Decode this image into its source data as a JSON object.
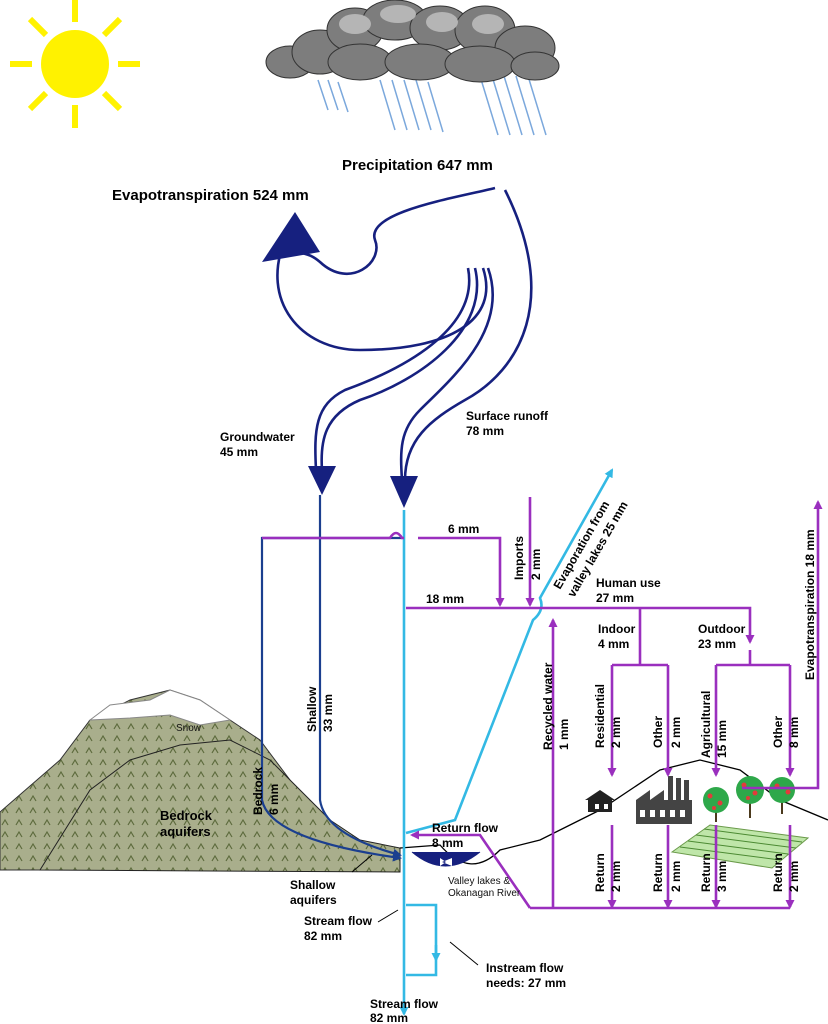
{
  "labels": {
    "precipitation": "Precipitation 647 mm",
    "evapotranspiration": "Evapotranspiration 524 mm",
    "groundwater_1": "Groundwater",
    "groundwater_2": "45 mm",
    "surface_runoff_1": "Surface runoff",
    "surface_runoff_2": "78 mm",
    "six_mm": "6 mm",
    "imports_1": "Imports",
    "imports_2": "2 mm",
    "evap_lakes_1": "Evaporation from",
    "evap_lakes_2": "valley lakes 25 mm",
    "human_use_1": "Human use",
    "human_use_2": "27 mm",
    "eighteen_mm": "18 mm",
    "indoor_1": "Indoor",
    "indoor_2": "4 mm",
    "outdoor_1": "Outdoor",
    "outdoor_2": "23 mm",
    "evapotranspiration_18": "Evapotranspiration 18 mm",
    "recycled_1": "Recycled water",
    "recycled_2": "1 mm",
    "residential_1": "Residential",
    "residential_2": "2 mm",
    "other_indoor_1": "Other",
    "other_indoor_2": "2 mm",
    "agricultural_1": "Agricultural",
    "agricultural_2": "15 mm",
    "other_outdoor_1": "Other",
    "other_outdoor_2": "8 mm",
    "snow": "Snow",
    "bedrock_1": "Bedrock",
    "bedrock_2": "6 mm",
    "shallow_1": "Shallow",
    "shallow_2": "33 mm",
    "bedrock_aquifers_1": "Bedrock",
    "bedrock_aquifers_2": "aquifers",
    "shallow_aquifers_1": "Shallow",
    "shallow_aquifers_2": "aquifers",
    "return_flow_1": "Return flow",
    "return_flow_2": "8 mm",
    "valley_lakes_1": "Valley lakes &",
    "valley_lakes_2": "Okanagan River",
    "return_a_1": "Return",
    "return_a_2": "2 mm",
    "return_b_1": "Return",
    "return_b_2": "2 mm",
    "return_c_1": "Return",
    "return_c_2": "3 mm",
    "return_d_1": "Return",
    "return_d_2": "2 mm",
    "stream_flow_mid_1": "Stream flow",
    "stream_flow_mid_2": "82 mm",
    "instream_1": "Instream flow",
    "instream_2": "needs: 27 mm",
    "stream_flow_bottom_1": "Stream flow",
    "stream_flow_bottom_2": "82 mm"
  },
  "colors": {
    "human_use_flow": "#9a2fbe",
    "surface_flow": "#33b9e4",
    "atmospheric_flow": "#16207f",
    "sun": "#fff200",
    "terrain": "#a9ae8c"
  }
}
